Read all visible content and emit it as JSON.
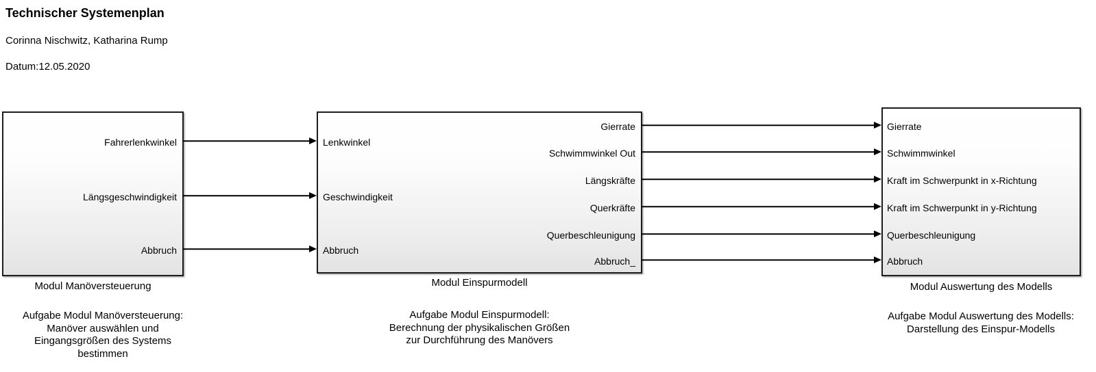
{
  "header": {
    "title": "Technischer Systemenplan",
    "authors": "Corinna Nischwitz, Katharina Rump",
    "date_line": "Datum:12.05.2020"
  },
  "modules": [
    {
      "name": "Modul Manöversteuerung",
      "inputs": [],
      "outputs": [
        "Fahrerlenkwinkel",
        "Längsgeschwindigkeit",
        "Abbruch"
      ],
      "description": [
        "Aufgabe Modul Manöversteuerung:",
        "Manöver auswählen und",
        "Eingangsgrößen des Systems",
        "bestimmen"
      ]
    },
    {
      "name": "Modul Einspurmodell",
      "inputs": [
        "Lenkwinkel",
        "Geschwindigkeit",
        "Abbruch"
      ],
      "outputs": [
        "Gierrate",
        "Schwimmwinkel Out",
        "Längskräfte",
        "Querkräfte",
        "Querbeschleunigung",
        "Abbruch_"
      ],
      "description": [
        "Aufgabe Modul Einspurmodell:",
        "Berechnung der physikalischen Größen",
        "zur Durchführung des Manövers"
      ]
    },
    {
      "name": "Modul Auswertung des Modells",
      "inputs": [
        "Gierrate",
        "Schwimmwinkel",
        "Kraft im Schwerpunkt in x-Richtung",
        "Kraft im Schwerpunkt in y-Richtung",
        "Querbeschleunigung",
        "Abbruch"
      ],
      "outputs": [],
      "description": [
        "Aufgabe Modul Auswertung des Modells:",
        "Darstellung des Einspur-Modells"
      ]
    }
  ],
  "colors": {
    "canvas_bg": "#ffffff",
    "block_border": "#1c1c1c",
    "block_fill_top": "#ffffff",
    "block_fill_bottom": "#e3e3e3",
    "signal_line": "#000000",
    "text": "#000000"
  }
}
